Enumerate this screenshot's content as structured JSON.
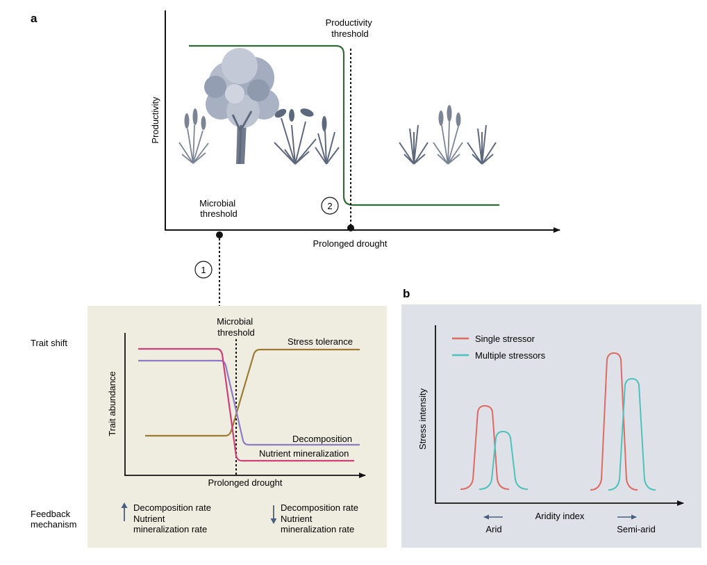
{
  "panel_a": {
    "label": "a",
    "y_label": "Productivity",
    "x_label": "Prolonged drought",
    "productivity_threshold": [
      "Productivity",
      "threshold"
    ],
    "microbial_threshold": [
      "Microbial",
      "threshold"
    ],
    "marker_1": "1",
    "marker_2": "2",
    "colors": {
      "productivity_line": "#2e6b34",
      "plants": "#7b8494"
    },
    "icons": [
      "grass-plant-icon",
      "tree-icon",
      "grass-plant-icon",
      "grain-plant-icon"
    ]
  },
  "inset": {
    "background": "#eeeddf",
    "trait_shift": "Trait shift",
    "y_label": "Trait abundance",
    "x_label": "Prolonged drought",
    "threshold": [
      "Microbial",
      "threshold"
    ],
    "curves": {
      "stress_tolerance": {
        "label": "Stress tolerance",
        "color": "#9a7a35"
      },
      "decomposition": {
        "label": "Decomposition",
        "color": "#8e7ac4"
      },
      "nutrient_mineralization": {
        "label": "Nutrient mineralization",
        "color": "#cc3f78"
      }
    },
    "feedback_label": [
      "Feedback",
      "mechanism"
    ],
    "feedback_up": [
      "Decomposition rate",
      "Nutrient",
      "mineralization rate"
    ],
    "feedback_down": [
      "Decomposition rate",
      "Nutrient",
      "mineralization rate"
    ]
  },
  "panel_b": {
    "label": "b",
    "background": "#dee1e8",
    "y_label": "Stress intensity",
    "x_label": "Aridity index",
    "left_label": "Arid",
    "right_label": "Semi-arid",
    "legend": [
      {
        "name": "Single stressor",
        "color": "#dd6a62"
      },
      {
        "name": "Multiple stressors",
        "color": "#4ec1bb"
      }
    ]
  }
}
